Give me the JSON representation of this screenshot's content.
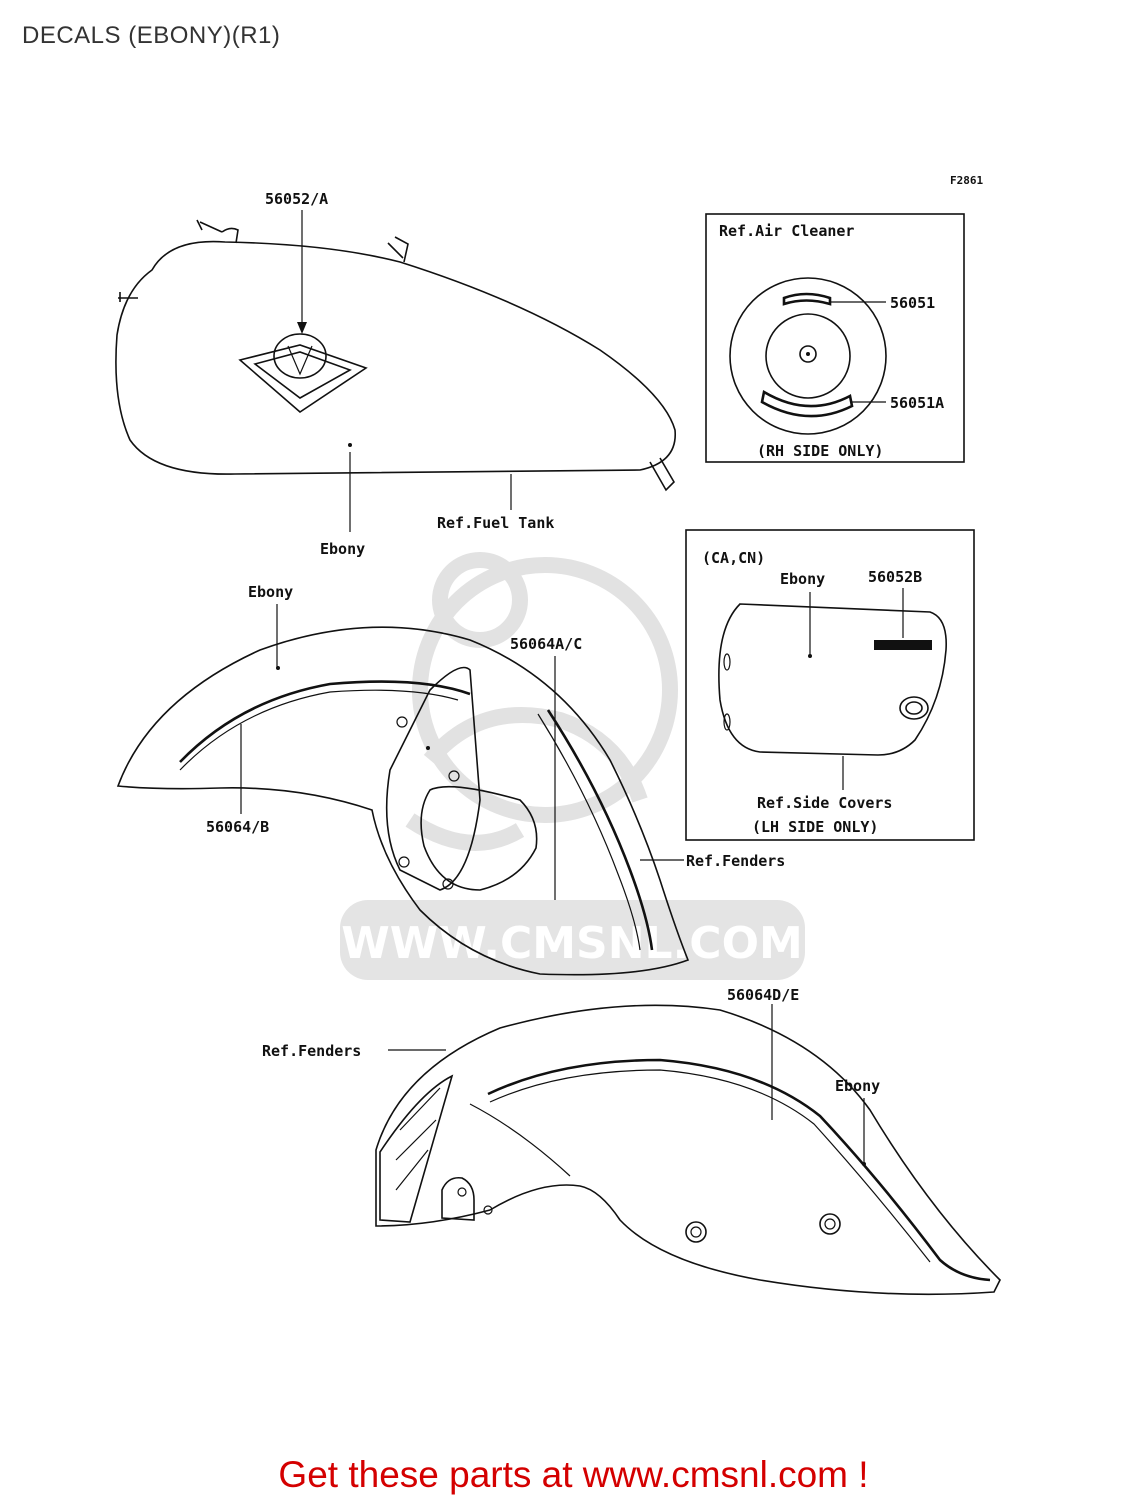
{
  "page": {
    "title": "DECALS (EBONY)(R1)"
  },
  "figure_code": "F2861",
  "callouts": {
    "tank_emblem": "56052/A",
    "tank_color": "Ebony",
    "ref_fuel_tank": "Ref.Fuel Tank",
    "front_fender_color": "Ebony",
    "front_stripe_a": "56064A/C",
    "front_stripe_b": "56064/B",
    "ref_fenders_front": "Ref.Fenders",
    "rear_stripe": "56064D/E",
    "ref_fenders_rear": "Ref.Fenders",
    "rear_fender_color": "Ebony"
  },
  "air_cleaner_box": {
    "title": "Ref.Air Cleaner",
    "part_upper": "56051",
    "part_lower": "56051A",
    "note": "(RH SIDE ONLY)"
  },
  "side_cover_box": {
    "region": "(CA,CN)",
    "color": "Ebony",
    "part": "56052B",
    "ref": "Ref.Side Covers",
    "note": "(LH SIDE ONLY)"
  },
  "watermark": "WWW.CMSNL.COM",
  "footer": {
    "cta": "Get these parts at www.cmsnl.com !"
  }
}
